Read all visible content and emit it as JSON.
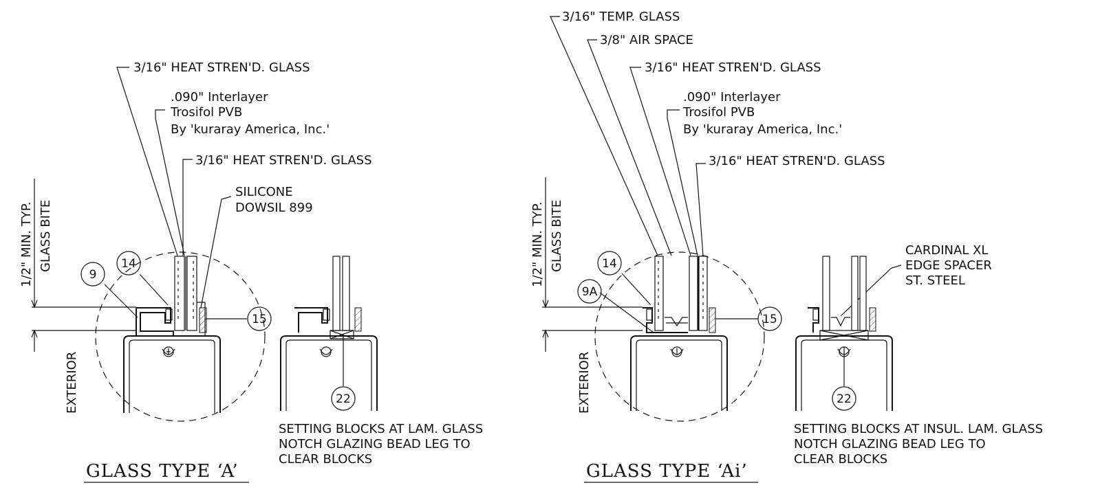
{
  "detail_a": {
    "title": "GLASS TYPE ‘A’",
    "callouts": {
      "outer_glass": "3/16\" HEAT STREN'D. GLASS",
      "interlayer_1": ".090\" Interlayer",
      "interlayer_2": "Trosifol PVB",
      "interlayer_3": "By 'kuraray America, Inc.'",
      "inner_glass": "3/16\" HEAT STREN'D. GLASS",
      "silicone_1": "SILICONE",
      "silicone_2": "DOWSIL 899"
    },
    "dimension_1": "1/2\" MIN. TYP.",
    "dimension_2": "GLASS BITE",
    "side_label": "EXTERIOR",
    "tags": {
      "tag_9": "9",
      "tag_14": "14",
      "tag_15": "15",
      "tag_22": "22"
    },
    "note_1": "SETTING BLOCKS AT LAM. GLASS",
    "note_2": "NOTCH GLAZING BEAD LEG TO",
    "note_3": "CLEAR BLOCKS"
  },
  "detail_ai": {
    "title": "GLASS TYPE ‘Ai’",
    "callouts": {
      "temp_glass": "3/16\" TEMP. GLASS",
      "air_space": "3/8\" AIR SPACE",
      "heat_glass_1": "3/16\" HEAT STREN'D. GLASS",
      "interlayer_1": ".090\" Interlayer",
      "interlayer_2": "Trosifol PVB",
      "interlayer_3": "By 'kuraray America, Inc.'",
      "heat_glass_2": "3/16\" HEAT STREN'D. GLASS",
      "spacer_1": "CARDINAL XL",
      "spacer_2": "EDGE SPACER",
      "spacer_3": "ST. STEEL"
    },
    "dimension_1": "1/2\" MIN. TYP.",
    "dimension_2": "GLASS BITE",
    "side_label": "EXTERIOR",
    "tags": {
      "tag_9a": "9A",
      "tag_14": "14",
      "tag_15": "15",
      "tag_22": "22"
    },
    "note_1": "SETTING BLOCKS AT INSUL. LAM. GLASS",
    "note_2": "NOTCH GLAZING BEAD LEG TO",
    "note_3": "CLEAR BLOCKS"
  }
}
